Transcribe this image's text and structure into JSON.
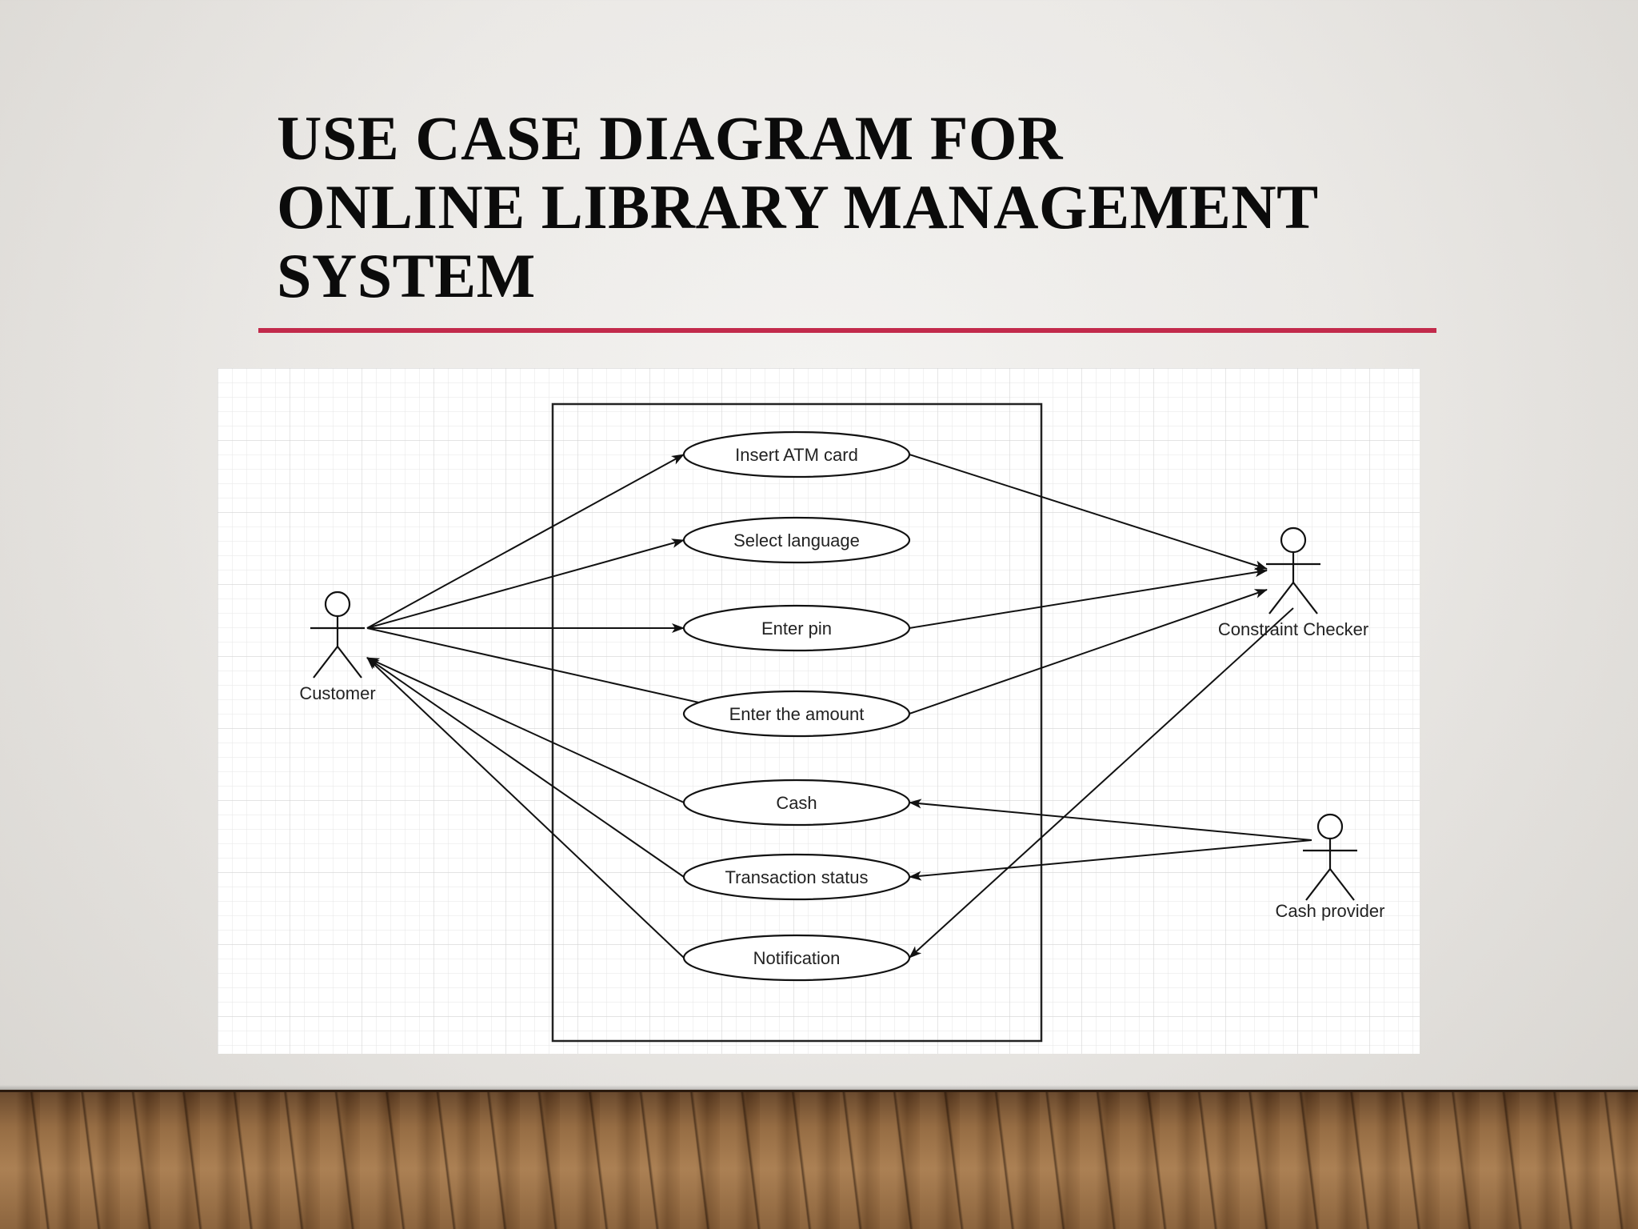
{
  "slide": {
    "title_lines": [
      "USE CASE DIAGRAM FOR",
      "ONLINE LIBRARY MANAGEMENT",
      "SYSTEM"
    ],
    "accent_color": "#c22a4b"
  },
  "diagram": {
    "actors": [
      {
        "id": "customer",
        "label": "Customer"
      },
      {
        "id": "checker",
        "label": "Constraint Checker"
      },
      {
        "id": "cash_provider",
        "label": "Cash provider"
      }
    ],
    "use_cases": [
      {
        "id": "insert",
        "label": "Insert ATM card"
      },
      {
        "id": "language",
        "label": "Select language"
      },
      {
        "id": "pin",
        "label": "Enter pin"
      },
      {
        "id": "amount",
        "label": "Enter the amount"
      },
      {
        "id": "cash",
        "label": "Cash"
      },
      {
        "id": "status",
        "label": "Transaction status"
      },
      {
        "id": "notification",
        "label": "Notification"
      }
    ],
    "associations": [
      {
        "from": "customer",
        "to": "insert"
      },
      {
        "from": "customer",
        "to": "language"
      },
      {
        "from": "customer",
        "to": "pin"
      },
      {
        "from": "customer",
        "to": "amount"
      },
      {
        "from": "cash",
        "to": "customer"
      },
      {
        "from": "status",
        "to": "customer"
      },
      {
        "from": "notification",
        "to": "customer"
      },
      {
        "from": "insert",
        "to": "checker"
      },
      {
        "from": "pin",
        "to": "checker"
      },
      {
        "from": "amount",
        "to": "checker"
      },
      {
        "from": "checker",
        "to": "notification"
      },
      {
        "from": "cash_provider",
        "to": "cash"
      },
      {
        "from": "cash_provider",
        "to": "status"
      }
    ]
  }
}
